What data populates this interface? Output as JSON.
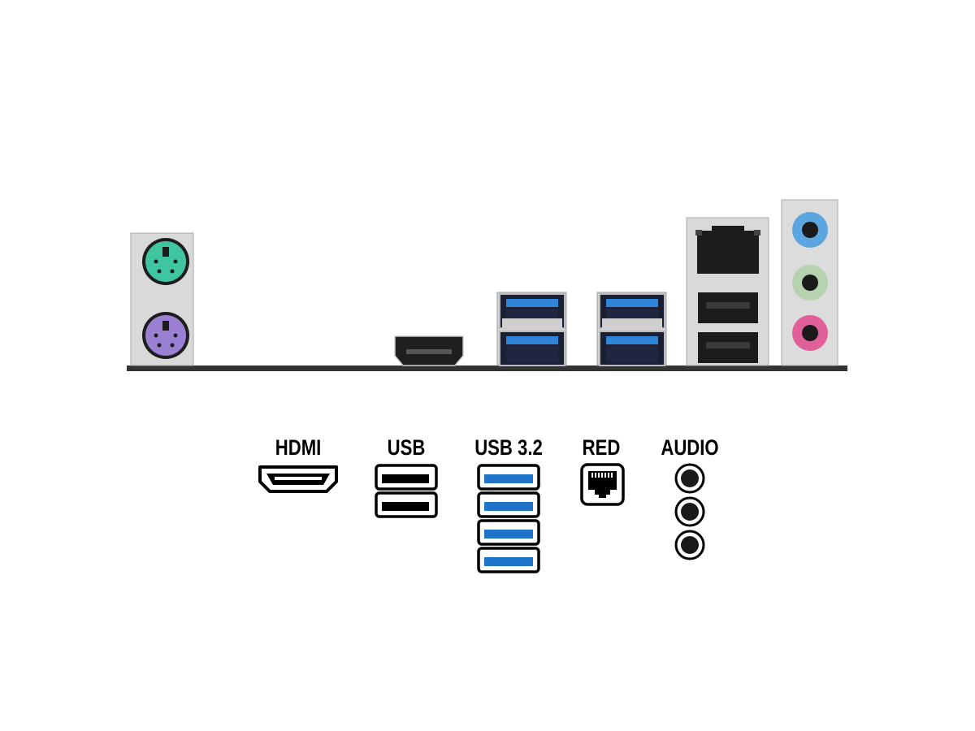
{
  "legend": {
    "hdmi": "HDMI",
    "usb": "USB",
    "usb32": "USB 3.2",
    "lan": "RED",
    "audio": "AUDIO"
  },
  "colors": {
    "ps2_keyboard": "#3fc6a0",
    "ps2_mouse": "#9b7fd2",
    "audio_line_in": "#5ba6de",
    "audio_line_out": "#b7d2ae",
    "audio_mic": "#e0609a",
    "usb3_blue": "#1f74c9",
    "panel_gray": "#d9d9d9",
    "base_bar": "#333333"
  }
}
